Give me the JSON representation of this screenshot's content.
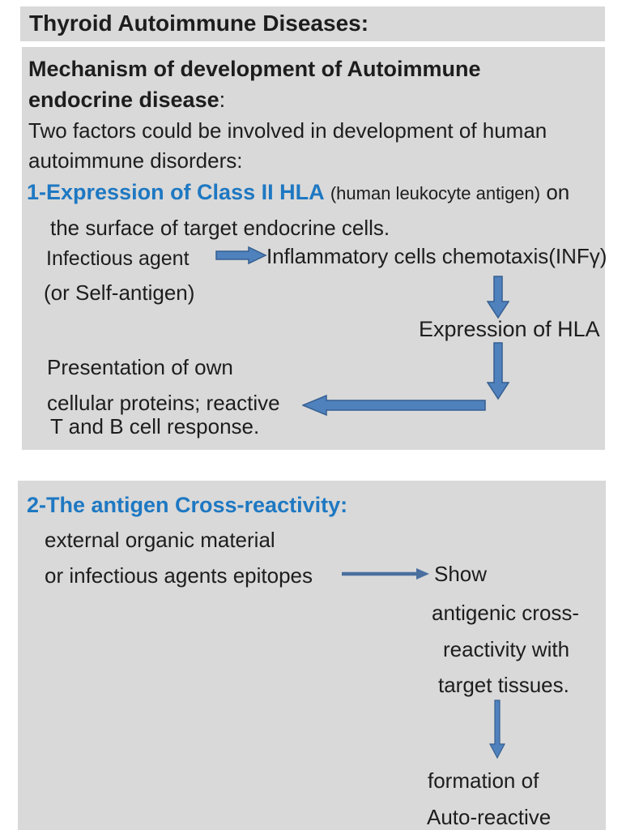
{
  "page": {
    "background": "#ffffff",
    "panel_background": "#d9d9d9",
    "text_color": "#1d1d1d",
    "accent_blue": "#1e78c2",
    "arrow_fill": "#4f81bd",
    "arrow_stroke": "#365f91"
  },
  "title_box": {
    "text": "Thyroid Autoimmune Diseases:"
  },
  "section1": {
    "heading": "Mechanism of development of Autoimmune endocrine disease",
    "heading_colon": ":",
    "intro_line1": "Two factors could be involved in development of human",
    "intro_line2": "autoimmune disorders:",
    "point_blue": "1-Expression of Class II HLA",
    "point_paren": "(human leukocyte antigen)",
    "point_tail": "on",
    "surface_line": "the surface of target endocrine cells.",
    "infectious_agent": "Infectious agent",
    "inflammatory": "Inflammatory cells chemotaxis(INFγ)",
    "self_antigen": "(or Self-antigen)",
    "expression_hla": "Expression of HLA",
    "presentation_line1": "Presentation of own",
    "presentation_line2": "cellular proteins; reactive",
    "presentation_line3": "T and B cell response."
  },
  "section2": {
    "heading": "2-The antigen Cross-reactivity:",
    "line1": "external organic material",
    "line2": "or infectious agents epitopes",
    "show_label": "Show",
    "cross_line1": "antigenic cross-",
    "cross_line2": "reactivity with",
    "cross_line3": "target tissues.",
    "formation_line1": "formation of",
    "formation_line2": "Auto-reactive"
  },
  "icons": {
    "flow_arrows": [
      "right-block-arrow",
      "down-block-arrow",
      "down-block-arrow",
      "left-block-arrow",
      "thin-right-arrow",
      "thin-down-arrow"
    ]
  }
}
